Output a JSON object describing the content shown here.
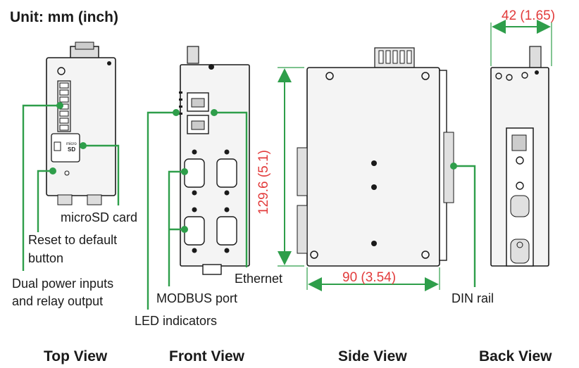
{
  "unit_label": "Unit: mm (inch)",
  "callouts": {
    "microsd": "microSD card",
    "reset_line1": "Reset to default",
    "reset_line2": "button",
    "power_line1": "Dual power inputs",
    "power_line2": "and relay output",
    "modbus": "MODBUS port",
    "led": "LED indicators",
    "ethernet": "Ethernet",
    "din": "DIN rail"
  },
  "dimensions": {
    "width_back": "42 (1.65)",
    "height_side": "129.6 (5.1)",
    "depth_side": "90 (3.54)"
  },
  "views": {
    "top": "Top View",
    "front": "Front View",
    "side": "Side View",
    "back": "Back View"
  },
  "colors": {
    "callout": "#2e9e4a",
    "dimension": "#e23b3b",
    "device_body": "#f4f4f4",
    "device_outline": "#1a1a1a"
  }
}
